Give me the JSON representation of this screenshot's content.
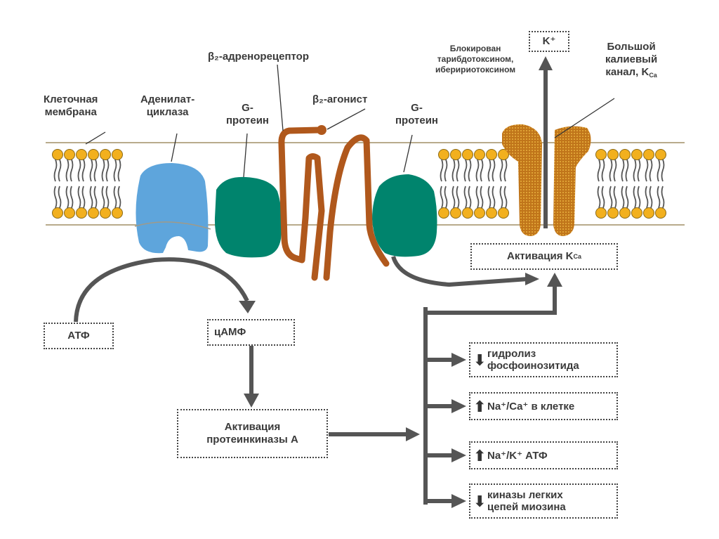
{
  "labels": {
    "cell_membrane": [
      "Клеточная",
      "мембрана"
    ],
    "adenylate_cyclase": [
      "Аденилат-",
      "циклаза"
    ],
    "g_protein_left": [
      "G-",
      "протеин"
    ],
    "beta2_receptor": "β₂-адренорецептор",
    "beta2_agonist": "β₂-агонист",
    "g_protein_right": [
      "G-",
      "протеин"
    ],
    "blocked_by": [
      "Блокирован",
      "тарибдотоксином,",
      "иберириотоксином"
    ],
    "k_plus": "K⁺",
    "big_k_channel": [
      "Большой",
      "калиевый",
      "канал, K",
      "Ca"
    ]
  },
  "boxes": {
    "atp": "АТФ",
    "camp": "цАМФ",
    "pka": [
      "Активация",
      "протеинкиназы А"
    ],
    "kca_activation": [
      "Активация K",
      "Ca"
    ]
  },
  "effects": [
    {
      "direction": "down",
      "icon": "down-arrow-icon",
      "lines": [
        "гидролиз",
        "фосфоинозитида"
      ]
    },
    {
      "direction": "up",
      "icon": "up-arrow-icon",
      "lines": [
        "Na⁺/Ca⁺ в клетке"
      ]
    },
    {
      "direction": "up",
      "icon": "up-arrow-icon",
      "lines": [
        "Na⁺/K⁺ АТФ"
      ]
    },
    {
      "direction": "down",
      "icon": "down-arrow-icon",
      "lines": [
        "киназы легких",
        "цепей миозина"
      ]
    }
  ],
  "colors": {
    "adenylate_cyclase": "#5ea5dc",
    "g_protein": "#00846d",
    "receptor": "#b0581c",
    "lipid_head": "#f2b01e",
    "k_channel": "#c0751a",
    "arrow": "#444444",
    "membrane_line": "#b8ab8c"
  }
}
